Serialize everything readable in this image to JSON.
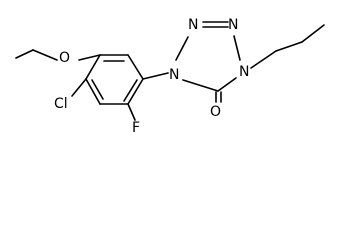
{
  "molecule": {
    "atoms": {
      "n1": "N",
      "n2": "N",
      "n3": "N",
      "n4": "N",
      "oxygen_carbonyl": "O",
      "fluorine": "F",
      "chlorine": "Cl",
      "oxygen_methoxy": "O"
    },
    "colors": {
      "ink": "#000000",
      "background": "#ffffff"
    }
  }
}
